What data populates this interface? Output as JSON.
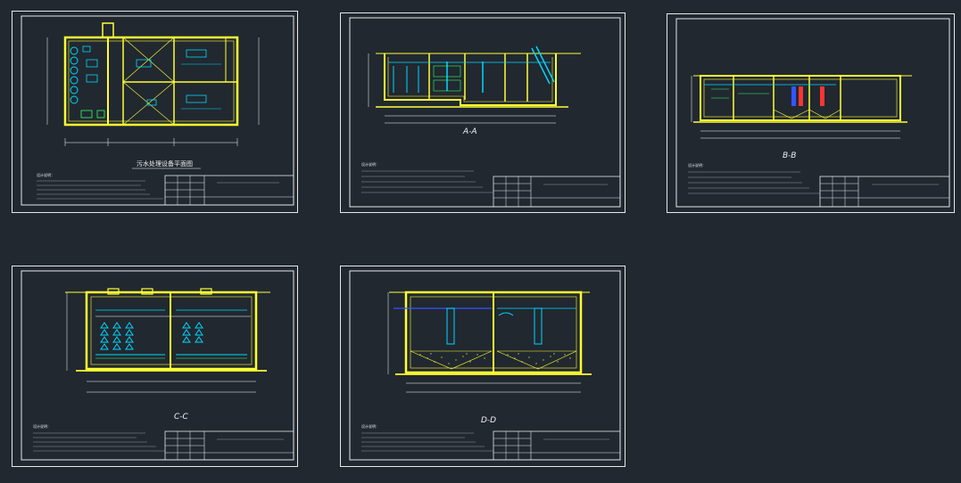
{
  "colors": {
    "background": "#212830",
    "frame": "#e8e8e8",
    "wall": "#ffff33",
    "water": "#00d8ff",
    "dim": "#ffffff",
    "accent_green": "#33ff66",
    "accent_red": "#ff3333",
    "accent_blue": "#3355ff"
  },
  "sheets": [
    {
      "id": "sheet1",
      "view": "plan",
      "caption": "污水处理设备平面图",
      "section_label": ""
    },
    {
      "id": "sheet2",
      "view": "section-a",
      "caption": "",
      "section_label": "A-A"
    },
    {
      "id": "sheet3",
      "view": "section-b",
      "caption": "",
      "section_label": "B-B"
    },
    {
      "id": "sheet4",
      "view": "section-c",
      "caption": "",
      "section_label": "C-C"
    },
    {
      "id": "sheet5",
      "view": "section-d",
      "caption": "",
      "section_label": "D-D"
    }
  ],
  "notes_heading": "设计说明："
}
